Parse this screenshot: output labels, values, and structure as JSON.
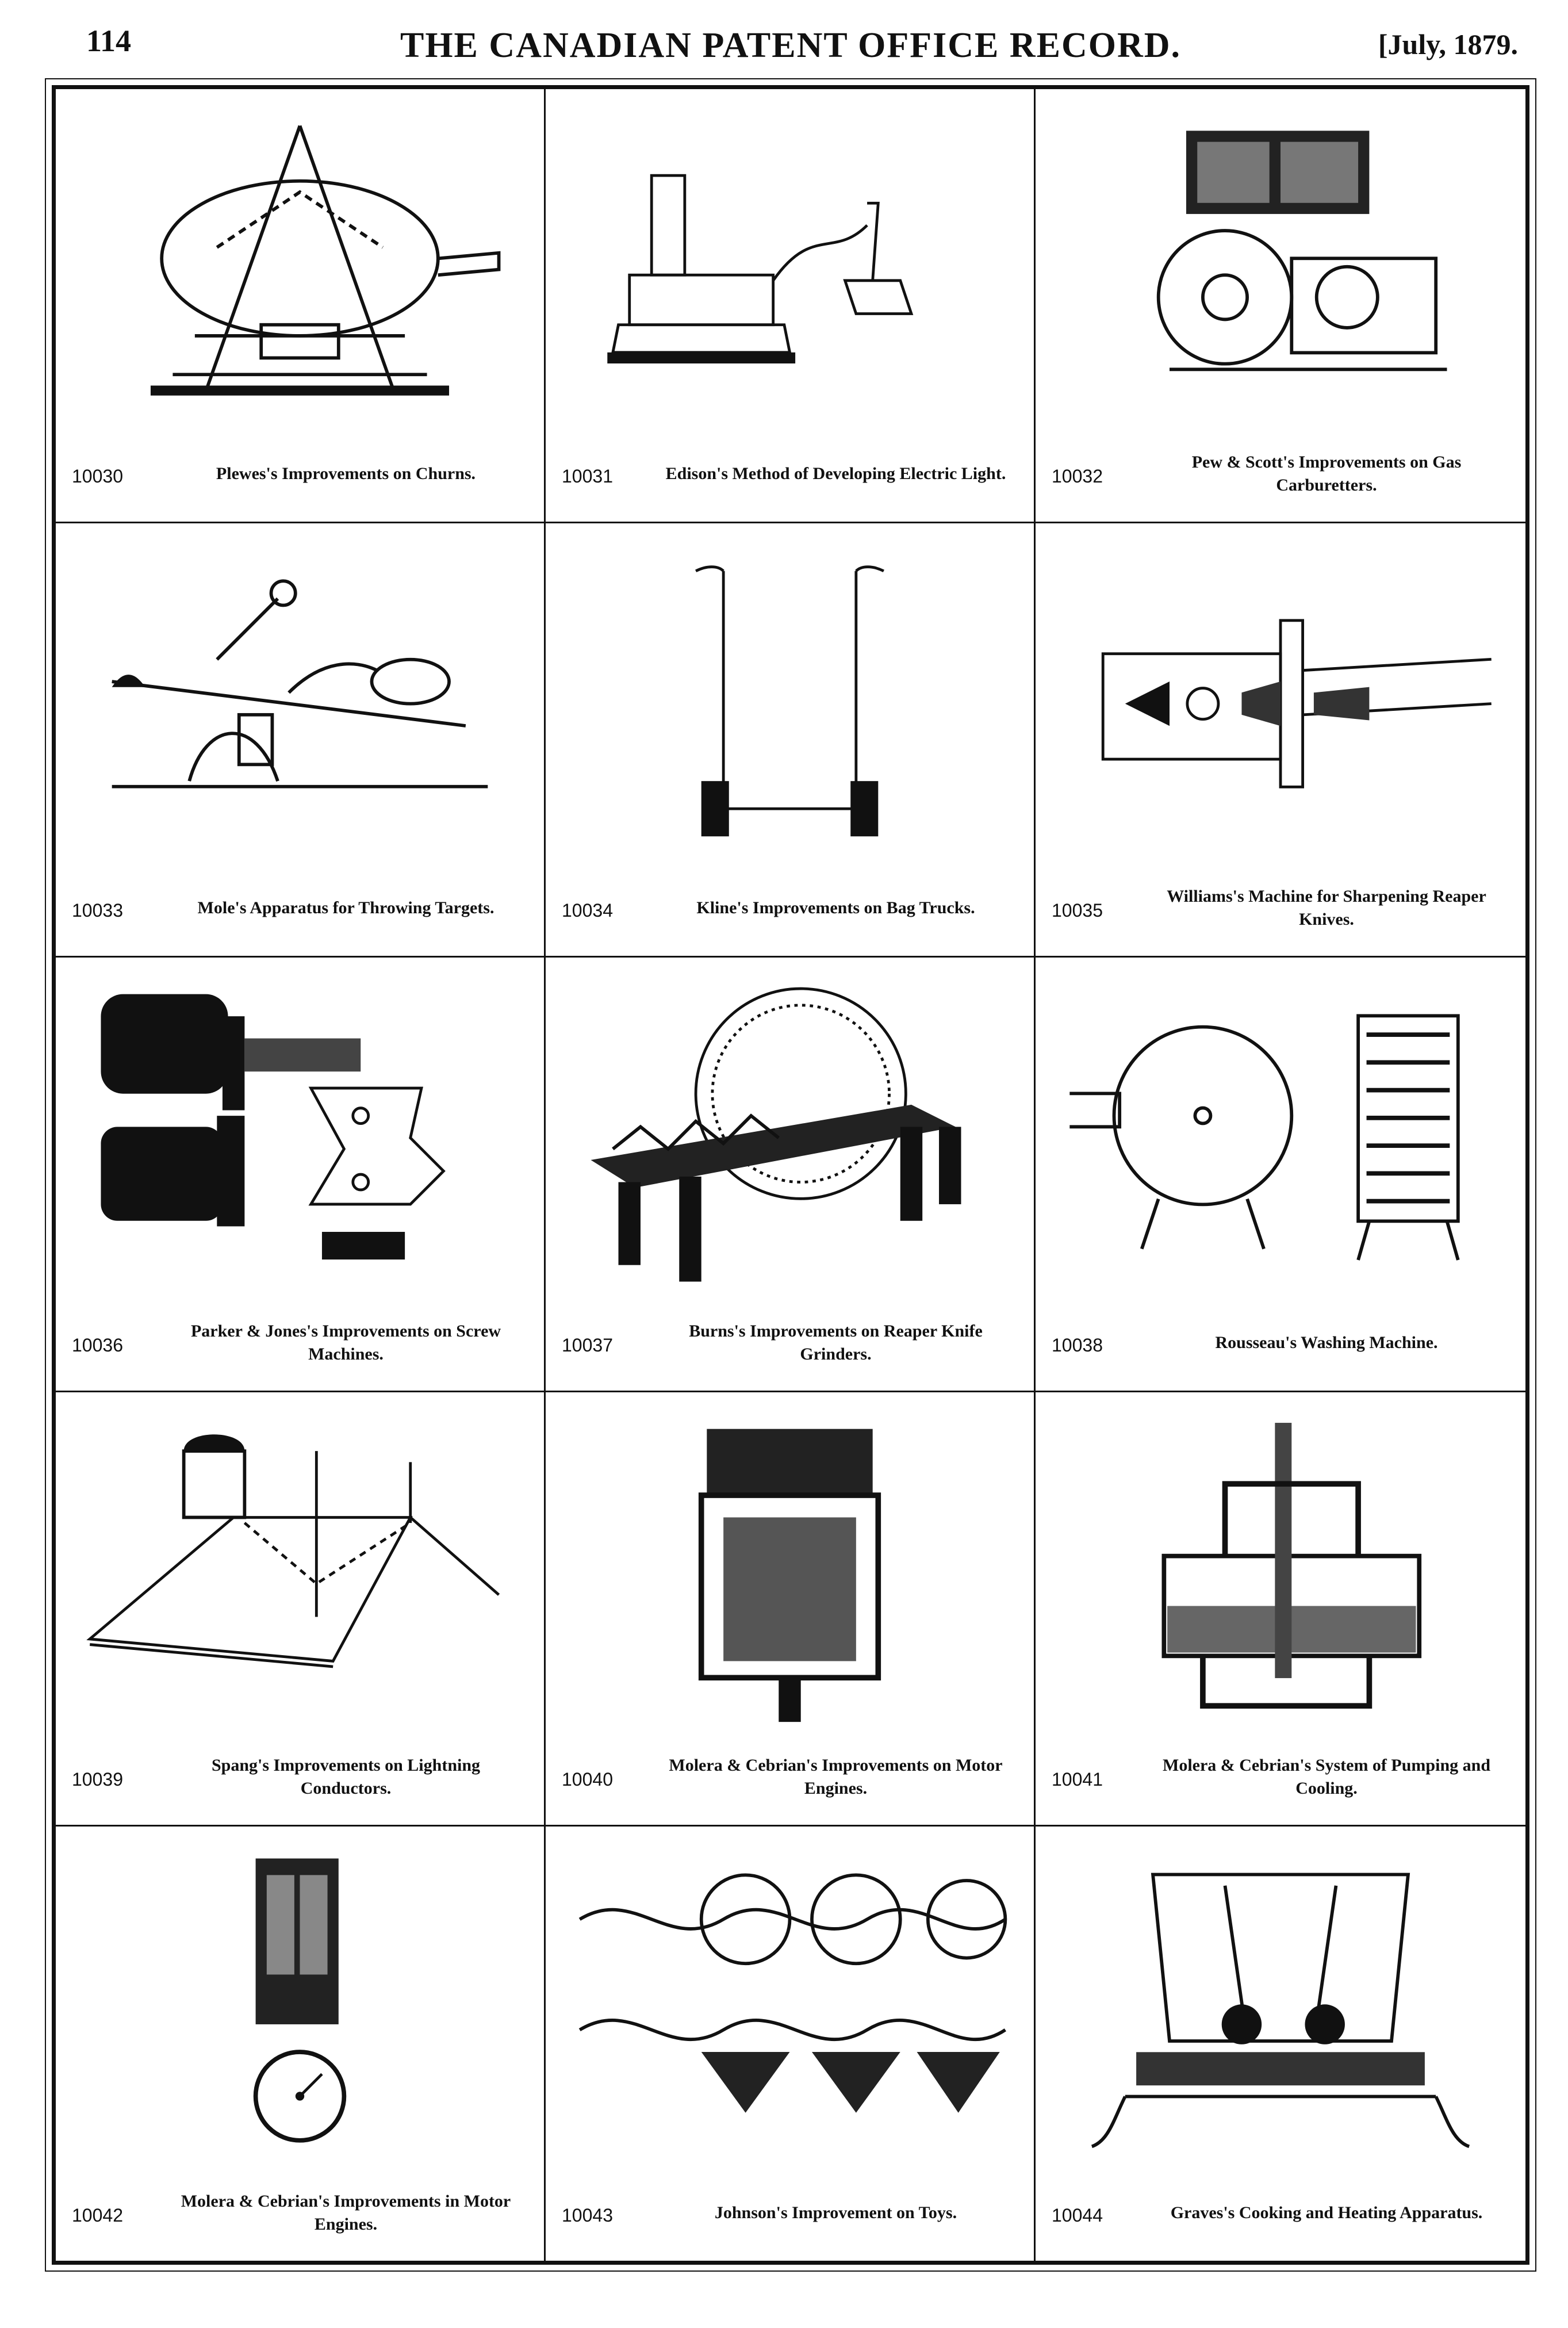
{
  "header": {
    "page_number": "114",
    "title": "THE CANADIAN PATENT OFFICE RECORD.",
    "date": "[July, 1879."
  },
  "patents": [
    {
      "number": "10030",
      "caption": "Plewes's Improvements on Churns."
    },
    {
      "number": "10031",
      "caption": "Edison's Method of Developing Electric Light."
    },
    {
      "number": "10032",
      "caption": "Pew & Scott's Improvements on Gas Carburetters."
    },
    {
      "number": "10033",
      "caption": "Mole's Apparatus for Throwing Targets."
    },
    {
      "number": "10034",
      "caption": "Kline's Improvements on Bag Trucks."
    },
    {
      "number": "10035",
      "caption": "Williams's Machine for Sharpening Reaper Knives."
    },
    {
      "number": "10036",
      "caption": "Parker & Jones's Improvements on Screw Machines."
    },
    {
      "number": "10037",
      "caption": "Burns's Improvements on Reaper Knife Grinders."
    },
    {
      "number": "10038",
      "caption": "Rousseau's Washing Machine."
    },
    {
      "number": "10039",
      "caption": "Spang's Improvements on Lightning Conductors."
    },
    {
      "number": "10040",
      "caption": "Molera & Cebrian's Improvements on Motor Engines."
    },
    {
      "number": "10041",
      "caption": "Molera & Cebrian's System of Pumping and Cooling."
    },
    {
      "number": "10042",
      "caption": "Molera & Cebrian's Improvements in Motor Engines."
    },
    {
      "number": "10043",
      "caption": "Johnson's Improvement on Toys."
    },
    {
      "number": "10044",
      "caption": "Graves's Cooking and Heating Apparatus."
    }
  ]
}
